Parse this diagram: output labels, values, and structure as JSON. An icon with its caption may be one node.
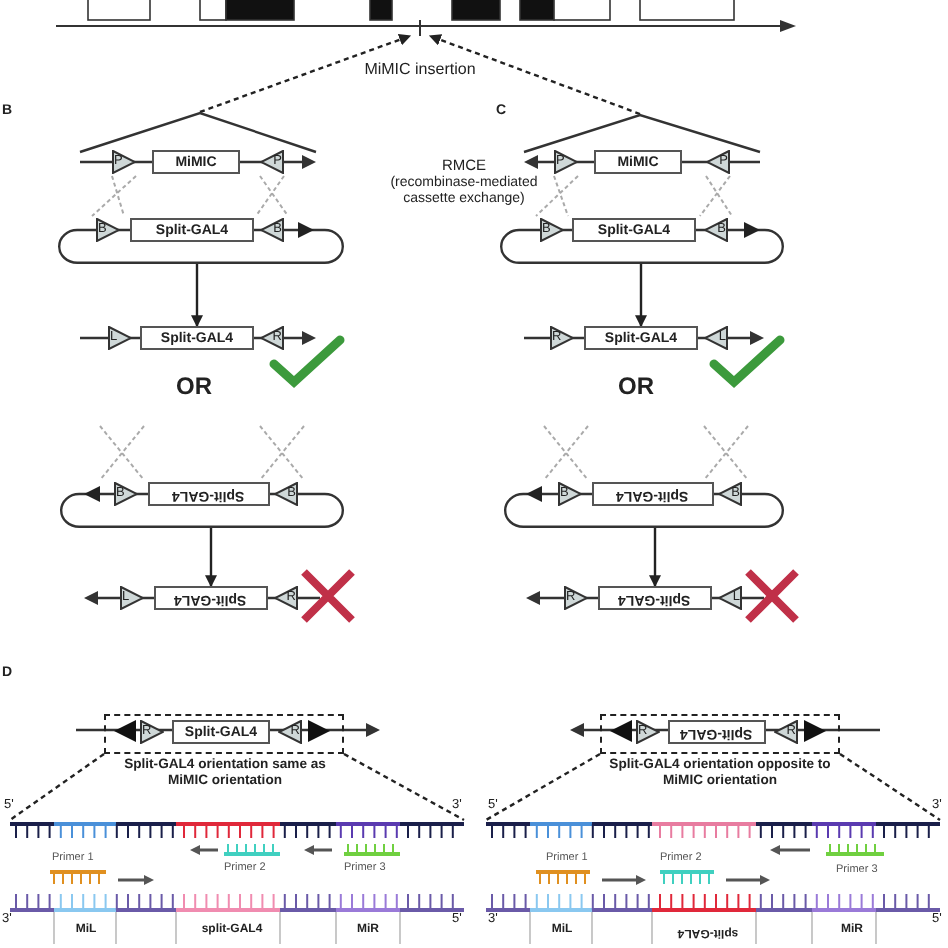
{
  "diagram": {
    "nodes": [
      {
        "text": [],
        "shape": "bar"
      },
      {
        "text": [],
        "shape": "triangle"
      },
      {
        "text": [
          "P"
        ]
      },
      {
        "text": [
          "MiMIC"
        ]
      },
      {
        "text": [
          "P"
        ]
      },
      {
        "text": [],
        "shape": "loop"
      },
      {
        "text": [
          "B"
        ]
      },
      {
        "text": [
          "Split-GAL4"
        ]
      },
      {
        "text": [
          "B"
        ]
      },
      {
        "text": [
          "L"
        ]
      },
      {
        "text": [
          "Split-GAL4"
        ]
      },
      {
        "text": [
          "R"
        ]
      },
      {
        "text": [],
        "shape": "loop"
      },
      {
        "text": [
          "B"
        ]
      },
      {
        "text": [
          "Split-GAL4"
        ]
      },
      {
        "text": [
          "B"
        ]
      },
      {
        "text": [
          "L"
        ]
      },
      {
        "text": [
          "Split-GAL4"
        ]
      },
      {
        "text": [
          "R"
        ]
      },
      {
        "text": [],
        "shape": "triangle"
      },
      {
        "text": [
          "P"
        ]
      },
      {
        "text": [
          "MiMIC"
        ]
      },
      {
        "text": [
          "P"
        ]
      },
      {
        "text": [],
        "shape": "loop"
      },
      {
        "text": [
          "B"
        ]
      },
      {
        "text": [
          "Split-GAL4"
        ]
      },
      {
        "text": [
          "B"
        ]
      },
      {
        "text": [
          "R"
        ]
      },
      {
        "text": [
          "Split-GAL4"
        ]
      },
      {
        "text": [
          "L"
        ]
      },
      {
        "text": [],
        "shape": "loop"
      },
      {
        "text": [
          "B"
        ]
      },
      {
        "text": [
          "Split-GAL4"
        ]
      },
      {
        "text": [
          "B"
        ]
      },
      {
        "text": [
          "R"
        ]
      },
      {
        "text": [
          "Split-GAL4"
        ]
      },
      {
        "text": [
          "L"
        ]
      },
      {
        "text": [],
        "shape": "box",
        "beside": [
          "Split-GAL4 orientation same as MiMIC orientation"
        ]
      },
      {
        "text": [
          "R"
        ],
        "in": 37
      },
      {
        "text": [
          "Split-GAL4"
        ],
        "in": 37
      },
      {
        "text": [
          "R"
        ],
        "in": 37
      },
      {
        "text": [],
        "shape": "bar"
      },
      {
        "text": [],
        "shape": "box",
        "beside": [
          "Split-GAL4 orientation opposite to MiMIC orientation"
        ]
      },
      {
        "text": [
          "R"
        ],
        "in": 42
      },
      {
        "text": [
          "Split-GAL4"
        ],
        "in": 42
      },
      {
        "text": [
          "R"
        ],
        "in": 42
      },
      {
        "text": [],
        "shape": "bar"
      }
    ],
    "edges": [
      {
        "from": 1,
        "to": 0,
        "arrow": "to",
        "style": "dashed"
      },
      {
        "from": 19,
        "to": 0,
        "arrow": "to",
        "style": "dashed"
      },
      {
        "from": 5,
        "to": 10,
        "arrow": "to"
      },
      {
        "from": 12,
        "to": 17,
        "arrow": "to"
      },
      {
        "from": 23,
        "to": 28,
        "arrow": "to"
      },
      {
        "from": 30,
        "to": 35,
        "arrow": "to"
      },
      {
        "from": 37,
        "to": 41,
        "arrow": "none",
        "style": "dashed"
      },
      {
        "from": 37,
        "to": 41,
        "arrow": "none",
        "style": "dashed"
      },
      {
        "from": 42,
        "to": 46,
        "arrow": "none",
        "style": "dashed"
      },
      {
        "from": 42,
        "to": 46,
        "arrow": "none",
        "style": "dashed"
      }
    ],
    "labels": [
      "MiMIC insertion",
      "B",
      "C",
      "RMCE",
      "(recombinase-mediated cassette exchange)",
      "OR",
      "OR",
      "D",
      "5'",
      "3'",
      "Primer 1",
      "Primer 2",
      "Primer 3",
      "3'",
      "5'",
      "MiL",
      "split-GAL4",
      "MiR",
      "5'",
      "3'",
      "Primer 1",
      "Primer 2",
      "Primer 3",
      "3'",
      "5'",
      "MiL",
      "split-GAL4",
      "MiR"
    ]
  }
}
